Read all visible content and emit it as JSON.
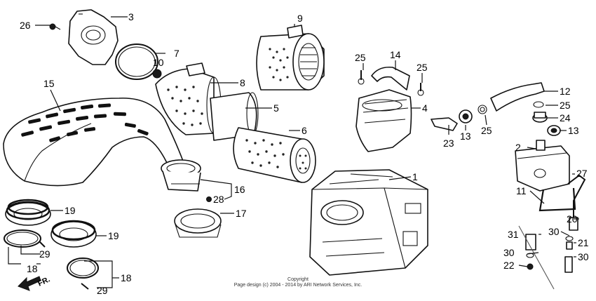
{
  "callouts": [
    {
      "id": "p3",
      "label": "3"
    },
    {
      "id": "p26",
      "label": "26"
    },
    {
      "id": "p7",
      "label": "7"
    },
    {
      "id": "p10",
      "label": "10"
    },
    {
      "id": "p9",
      "label": "9"
    },
    {
      "id": "p8",
      "label": "8"
    },
    {
      "id": "p5",
      "label": "5"
    },
    {
      "id": "p6",
      "label": "6"
    },
    {
      "id": "p15",
      "label": "15"
    },
    {
      "id": "p14",
      "label": "14"
    },
    {
      "id": "p25a",
      "label": "25"
    },
    {
      "id": "p25b",
      "label": "25"
    },
    {
      "id": "p4",
      "label": "4"
    },
    {
      "id": "p23",
      "label": "23"
    },
    {
      "id": "p13a",
      "label": "13"
    },
    {
      "id": "p25c",
      "label": "25"
    },
    {
      "id": "p12",
      "label": "12"
    },
    {
      "id": "p25d",
      "label": "25"
    },
    {
      "id": "p24",
      "label": "24"
    },
    {
      "id": "p13b",
      "label": "13"
    },
    {
      "id": "p2",
      "label": "2"
    },
    {
      "id": "p1",
      "label": "1"
    },
    {
      "id": "p27",
      "label": "27"
    },
    {
      "id": "p11",
      "label": "11"
    },
    {
      "id": "p16",
      "label": "16"
    },
    {
      "id": "p28",
      "label": "28"
    },
    {
      "id": "p17",
      "label": "17"
    },
    {
      "id": "p19a",
      "label": "19"
    },
    {
      "id": "p19b",
      "label": "19"
    },
    {
      "id": "p29a",
      "label": "29"
    },
    {
      "id": "p18a",
      "label": "18"
    },
    {
      "id": "p18b",
      "label": "18"
    },
    {
      "id": "p29b",
      "label": "29"
    },
    {
      "id": "p20",
      "label": "20"
    },
    {
      "id": "p30a",
      "label": "30"
    },
    {
      "id": "p31",
      "label": "31"
    },
    {
      "id": "p21",
      "label": "21"
    },
    {
      "id": "p30b",
      "label": "30"
    },
    {
      "id": "p30c",
      "label": "30"
    },
    {
      "id": "p22",
      "label": "22"
    }
  ],
  "front_arrow_label": "FR.",
  "copyright": {
    "line1": "Copyright",
    "line2": "Page design (c) 2004 - 2014 by ARI Network Services, Inc."
  }
}
